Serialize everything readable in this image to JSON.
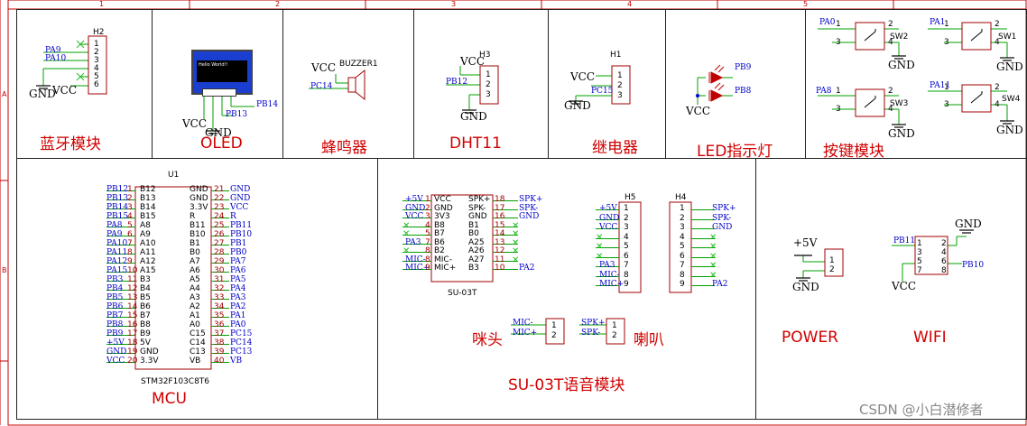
{
  "ruler": {
    "cols": [
      "1",
      "2",
      "3",
      "4",
      "5"
    ],
    "rows": [
      "A",
      "B"
    ]
  },
  "panels": {
    "bluetooth": {
      "title": "蓝牙模块",
      "ref": "H2",
      "nets": [
        "PA9",
        "PA10"
      ],
      "pins": [
        "1",
        "2",
        "3",
        "4",
        "5",
        "6"
      ],
      "gnd": "GND",
      "vcc": "VCC"
    },
    "oled": {
      "title": "OLED",
      "screen_text": "Hello World!!",
      "vcc": "VCC",
      "gnd": "GND",
      "pb13": "PB13",
      "pb14": "PB14"
    },
    "buzzer": {
      "title": "蜂鸣器",
      "ref": "BUZZER1",
      "vcc": "VCC",
      "net": "PC14"
    },
    "dht11": {
      "title": "DHT11",
      "ref": "H3",
      "vcc": "VCC",
      "net": "PB12",
      "gnd": "GND",
      "pins": [
        "1",
        "2",
        "3"
      ]
    },
    "relay": {
      "title": "继电器",
      "ref": "H1",
      "vcc": "VCC",
      "net": "PC15",
      "gnd": "GND",
      "pins": [
        "1",
        "2",
        "3"
      ]
    },
    "led": {
      "title": "LED指示灯",
      "vcc": "VCC",
      "nets": [
        "PB9",
        "PB8"
      ]
    },
    "keys": {
      "title": "按键模块",
      "switches": [
        {
          "ref": "SW2",
          "net": "PA0",
          "p1": "1",
          "p2": "2",
          "p3": "3",
          "p4": "4",
          "gnd": "GND"
        },
        {
          "ref": "SW1",
          "net": "PA1",
          "p1": "1",
          "p2": "2",
          "p3": "3",
          "p4": "4",
          "gnd": "GND"
        },
        {
          "ref": "SW3",
          "net": "PA8",
          "p1": "1",
          "p2": "2",
          "p3": "3",
          "p4": "4",
          "gnd": "GND"
        },
        {
          "ref": "SW4",
          "net": "PA11",
          "p1": "1",
          "p2": "2",
          "p3": "3",
          "p4": "4",
          "gnd": "GND"
        }
      ]
    },
    "mcu": {
      "title": "MCU",
      "ref": "U1",
      "part": "STM32F103C8T6",
      "left": [
        {
          "net": "PB12",
          "num": "1",
          "name": "B12"
        },
        {
          "net": "PB13",
          "num": "2",
          "name": "B13"
        },
        {
          "net": "PB14",
          "num": "3",
          "name": "B14"
        },
        {
          "net": "PB15",
          "num": "4",
          "name": "B15"
        },
        {
          "net": "PA8",
          "num": "5",
          "name": "A8"
        },
        {
          "net": "PA9",
          "num": "6",
          "name": "A9"
        },
        {
          "net": "PA10",
          "num": "7",
          "name": "A10"
        },
        {
          "net": "PA11",
          "num": "8",
          "name": "A11"
        },
        {
          "net": "PA12",
          "num": "9",
          "name": "A12"
        },
        {
          "net": "PA15",
          "num": "10",
          "name": "A15"
        },
        {
          "net": "PB3",
          "num": "11",
          "name": "B3"
        },
        {
          "net": "PB4",
          "num": "12",
          "name": "B4"
        },
        {
          "net": "PB5",
          "num": "13",
          "name": "B5"
        },
        {
          "net": "PB6",
          "num": "14",
          "name": "B6"
        },
        {
          "net": "PB7",
          "num": "15",
          "name": "B7"
        },
        {
          "net": "PB8",
          "num": "16",
          "name": "B8"
        },
        {
          "net": "PB9",
          "num": "17",
          "name": "B9"
        },
        {
          "net": "+5V",
          "num": "18",
          "name": "5V"
        },
        {
          "net": "GND",
          "num": "19",
          "name": "GND"
        },
        {
          "net": "VCC",
          "num": "20",
          "name": "3.3V"
        }
      ],
      "right": [
        {
          "net": "GND",
          "num": "21",
          "name": "GND"
        },
        {
          "net": "GND",
          "num": "22",
          "name": "GND"
        },
        {
          "net": "VCC",
          "num": "23",
          "name": "3.3V"
        },
        {
          "net": "R",
          "num": "24",
          "name": "R"
        },
        {
          "net": "PB11",
          "num": "25",
          "name": "B11"
        },
        {
          "net": "PB10",
          "num": "26",
          "name": "B10"
        },
        {
          "net": "PB1",
          "num": "27",
          "name": "B1"
        },
        {
          "net": "PB0",
          "num": "28",
          "name": "B0"
        },
        {
          "net": "PA7",
          "num": "29",
          "name": "A7"
        },
        {
          "net": "PA6",
          "num": "30",
          "name": "A6"
        },
        {
          "net": "PA5",
          "num": "31",
          "name": "A5"
        },
        {
          "net": "PA4",
          "num": "32",
          "name": "A4"
        },
        {
          "net": "PA3",
          "num": "33",
          "name": "A3"
        },
        {
          "net": "PA2",
          "num": "34",
          "name": "A2"
        },
        {
          "net": "PA1",
          "num": "35",
          "name": "A1"
        },
        {
          "net": "PA0",
          "num": "36",
          "name": "A0"
        },
        {
          "net": "PC15",
          "num": "37",
          "name": "C15"
        },
        {
          "net": "PC14",
          "num": "38",
          "name": "C14"
        },
        {
          "net": "PC13",
          "num": "39",
          "name": "C13"
        },
        {
          "net": "VB",
          "num": "40",
          "name": "VB"
        }
      ]
    },
    "su03t": {
      "title": "SU-03T语音模块",
      "ref": "SU-03T",
      "left": [
        {
          "net": "+5V",
          "num": "1",
          "name": "VCC"
        },
        {
          "net": "GND",
          "num": "2",
          "name": "GND"
        },
        {
          "net": "VCC",
          "num": "3",
          "name": "3V3"
        },
        {
          "net": "",
          "num": "4",
          "name": "B8"
        },
        {
          "net": "",
          "num": "5",
          "name": "B7"
        },
        {
          "net": "PA3",
          "num": "7",
          "name": "B6"
        },
        {
          "net": "",
          "num": "8",
          "name": "B2"
        },
        {
          "net": "MIC-",
          "num": "8",
          "name": "MIC-"
        },
        {
          "net": "MIC+",
          "num": "9",
          "name": "MIC+"
        }
      ],
      "right": [
        {
          "net": "SPK+",
          "num": "18",
          "name": "SPK+"
        },
        {
          "net": "SPK-",
          "num": "17",
          "name": "SPK-"
        },
        {
          "net": "GND",
          "num": "16",
          "name": "GND"
        },
        {
          "net": "",
          "num": "15",
          "name": "B1"
        },
        {
          "net": "",
          "num": "14",
          "name": "B0"
        },
        {
          "net": "",
          "num": "13",
          "name": "A25"
        },
        {
          "net": "",
          "num": "12",
          "name": "A26"
        },
        {
          "net": "",
          "num": "11",
          "name": "A27"
        },
        {
          "net": "PA2",
          "num": "10",
          "name": "B3"
        }
      ],
      "h5": {
        "ref": "H5",
        "nets": [
          "+5V",
          "GND",
          "VCC",
          "",
          "",
          "",
          "PA3",
          "MIC-",
          "MIC+"
        ]
      },
      "h4": {
        "ref": "H4",
        "nets": [
          "SPK+",
          "SPK-",
          "GND",
          "",
          "",
          "",
          "",
          "",
          "PA2"
        ]
      },
      "pins9": [
        "1",
        "2",
        "3",
        "4",
        "5",
        "6",
        "7",
        "8",
        "9"
      ],
      "mic": {
        "label": "咪头",
        "nets": [
          "MIC-",
          "MIC+"
        ],
        "pins": [
          "1",
          "2"
        ]
      },
      "spk": {
        "label": "喇叭",
        "nets": [
          "SPK+",
          "SPK-"
        ],
        "pins": [
          "1",
          "2"
        ]
      }
    },
    "power": {
      "title": "POWER",
      "net": "+5V",
      "gnd": "GND",
      "pins": [
        "1",
        "2"
      ]
    },
    "wifi": {
      "title": "WIFI",
      "net_top": "PB11",
      "net_right": "PB10",
      "vcc": "VCC",
      "gnd": "GND",
      "pins_left": [
        "1",
        "3",
        "5",
        "7"
      ],
      "pins_right": [
        "2",
        "4",
        "6",
        "8"
      ]
    }
  },
  "watermark": "CSDN @小白潜修者",
  "colors": {
    "wire": "#00a000",
    "net": "#0000c8",
    "title": "#d00000",
    "body": "#a00000",
    "noconnect": "#20c020"
  }
}
